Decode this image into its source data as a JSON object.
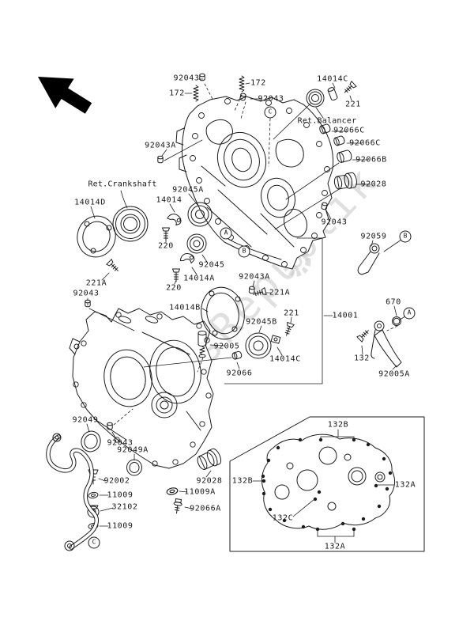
{
  "watermark": "PartsRepublik",
  "ref_bubbles": {
    "b1": "C",
    "b2": "A",
    "b3": "B",
    "b4": "B",
    "b5": "A",
    "b6": "C"
  },
  "parts": {
    "p01": "92043",
    "p02": "172",
    "p03": "172",
    "p04": "92043",
    "p05": "14014C",
    "p06": "221",
    "p07": "Ret.Balancer",
    "p08": "92066C",
    "p09": "92066C",
    "p10": "92066B",
    "p11": "92028",
    "p12": "92043A",
    "p13": "Ret.Crankshaft",
    "p14": "14014D",
    "p15": "92045A",
    "p16": "14014",
    "p17": "220",
    "p18": "92045",
    "p19": "14014A",
    "p20": "220",
    "p21": "221A",
    "p22": "92043",
    "p23": "92043A",
    "p24": "221A",
    "p25": "14014B",
    "p26": "92045B",
    "p27": "221",
    "p28": "92005",
    "p29": "14014C",
    "p30": "92066",
    "p31": "92043",
    "p32": "92059",
    "p33": "14001",
    "p34": "670",
    "p35": "132",
    "p36": "92005A",
    "p37": "92049",
    "p38": "92043",
    "p39": "92049A",
    "p40": "92002",
    "p41": "11009",
    "p42": "32102",
    "p43": "11009",
    "p44": "92028",
    "p45": "11009A",
    "p46": "92066A",
    "p47": "132B",
    "p48": "132B",
    "p49": "132A",
    "p50": "132C",
    "p51": "132A"
  }
}
